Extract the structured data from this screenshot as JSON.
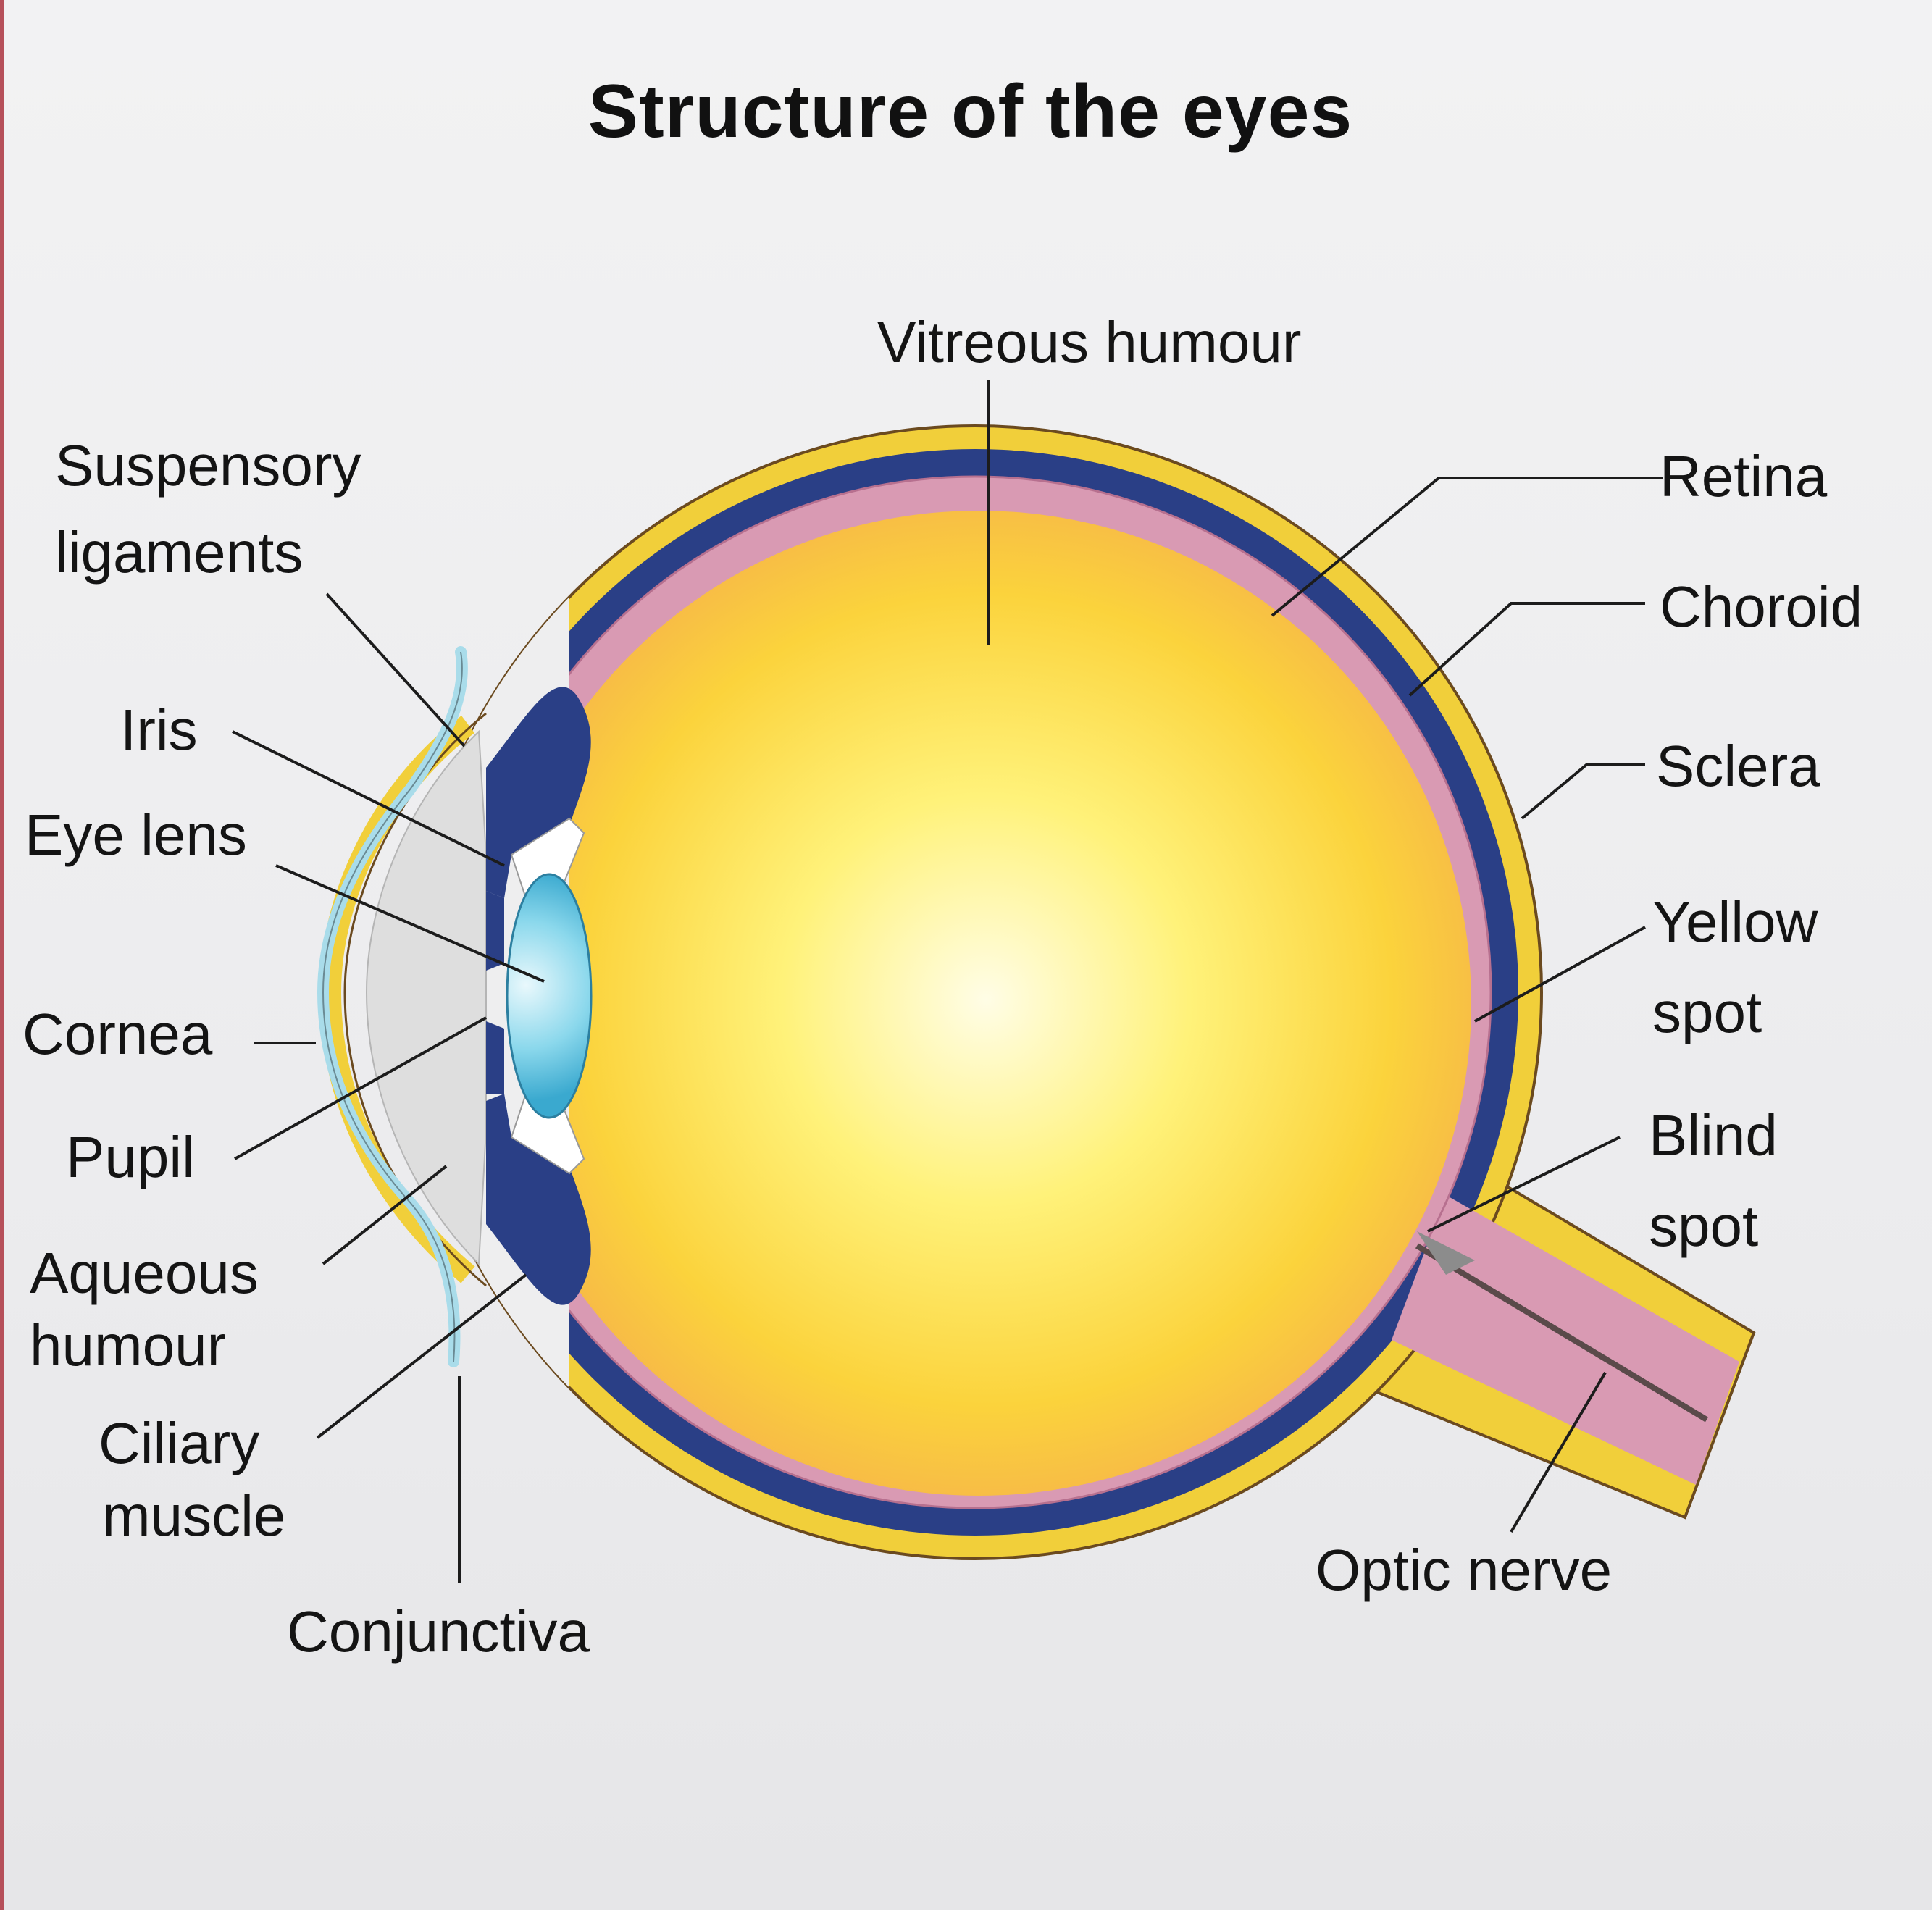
{
  "title": "Structure of the eyes",
  "labels": {
    "vitreous_humour": "Vitreous humour",
    "suspensory_ligaments_1": "Suspensory",
    "suspensory_ligaments_2": "ligaments",
    "iris": "Iris",
    "eye_lens": "Eye lens",
    "cornea": "Cornea",
    "pupil": "Pupil",
    "aqueous_humour_1": "Aqueous",
    "aqueous_humour_2": "humour",
    "ciliary_muscle_1": "Ciliary",
    "ciliary_muscle_2": "muscle",
    "conjunctiva": "Conjunctiva",
    "retina": "Retina",
    "choroid": "Choroid",
    "sclera": "Sclera",
    "yellow_spot_1": "Yellow",
    "yellow_spot_2": "spot",
    "blind_spot_1": "Blind",
    "blind_spot_2": "spot",
    "optic_nerve": "Optic nerve"
  },
  "colors": {
    "sclera": "#f1cf3a",
    "choroid": "#2a3f86",
    "retina": "#d99ab3",
    "vitreous_center": "#fffde0",
    "vitreous_edge": "#f6b64a",
    "lens": "#5cc8e2",
    "cornea": "#a9dcea",
    "aqueous": "#dedede"
  }
}
